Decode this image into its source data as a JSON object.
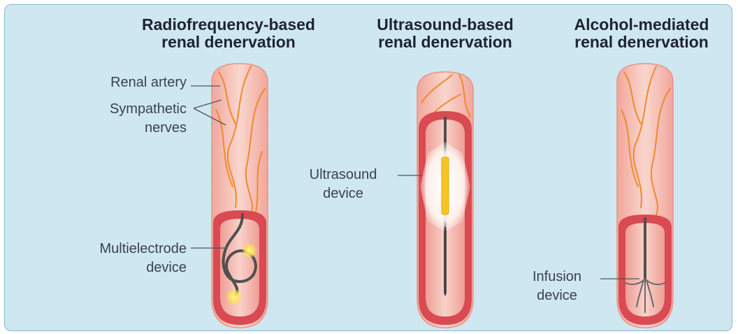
{
  "panels": [
    {
      "title": [
        "Radiofrequency-based",
        "renal denervation"
      ]
    },
    {
      "title": [
        "Ultrasound-based",
        "renal denervation"
      ]
    },
    {
      "title": [
        "Alcohol-mediated",
        "renal denervation"
      ]
    }
  ],
  "labels": {
    "renal_artery": "Renal artery",
    "sympathetic_nerves": [
      "Sympathetic",
      "nerves"
    ],
    "multielectrode_device": [
      "Multielectrode",
      "device"
    ],
    "ultrasound_device": [
      "Ultrasound",
      "device"
    ],
    "infusion_device": [
      "Infusion",
      "device"
    ]
  },
  "colors": {
    "background": "#cfe7f1",
    "vessel_outer": "#f4b8ae",
    "vessel_inner": "#f7c9bf",
    "vessel_wall": "#d94a52",
    "nerve": "#ef8a2e",
    "catheter": "#555555",
    "ultrasound_glow": "#ffffff",
    "ultrasound_core": "#f6c51f",
    "electrode_spot": "#fff27a"
  }
}
